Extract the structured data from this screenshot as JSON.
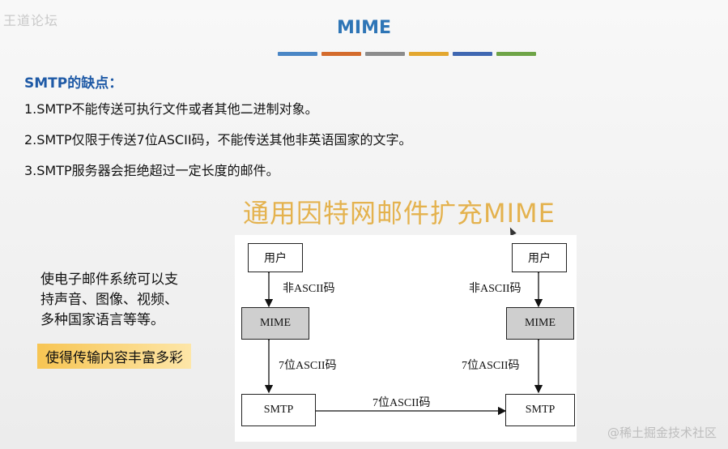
{
  "watermarks": {
    "top_left": "王道论坛",
    "bottom_right": "@稀土掘金技术社区"
  },
  "slide": {
    "title": "MIME",
    "color_bars": [
      "#4a86c5",
      "#d46b2c",
      "#8c8c8c",
      "#e3a72f",
      "#3f67b1",
      "#6ea447"
    ]
  },
  "smtp_section": {
    "heading": "SMTP的缺点：",
    "points": [
      "1.SMTP不能传送可执行文件或者其他二进制对象。",
      "2.SMTP仅限于传送7位ASCII码，不能传送其他非英语国家的文字。",
      "3.SMTP服务器会拒绝超过一定长度的邮件。"
    ]
  },
  "mime_heading": "通用因特网邮件扩充MIME",
  "left_text": {
    "line1": "使电子邮件系统可以支",
    "line2": "持声音、图像、视频、",
    "line3": "多种国家语言等等。",
    "highlight": "使得传输内容丰富多彩"
  },
  "diagram": {
    "left_user": "用户",
    "right_user": "用户",
    "left_mime": "MIME",
    "right_mime": "MIME",
    "left_smtp": "SMTP",
    "right_smtp": "SMTP",
    "label_left_top": "非ASCII码",
    "label_right_top": "非ASCII码",
    "label_left_mid": "7位ASCII码",
    "label_right_mid": "7位ASCII码",
    "label_bottom": "7位ASCII码"
  }
}
